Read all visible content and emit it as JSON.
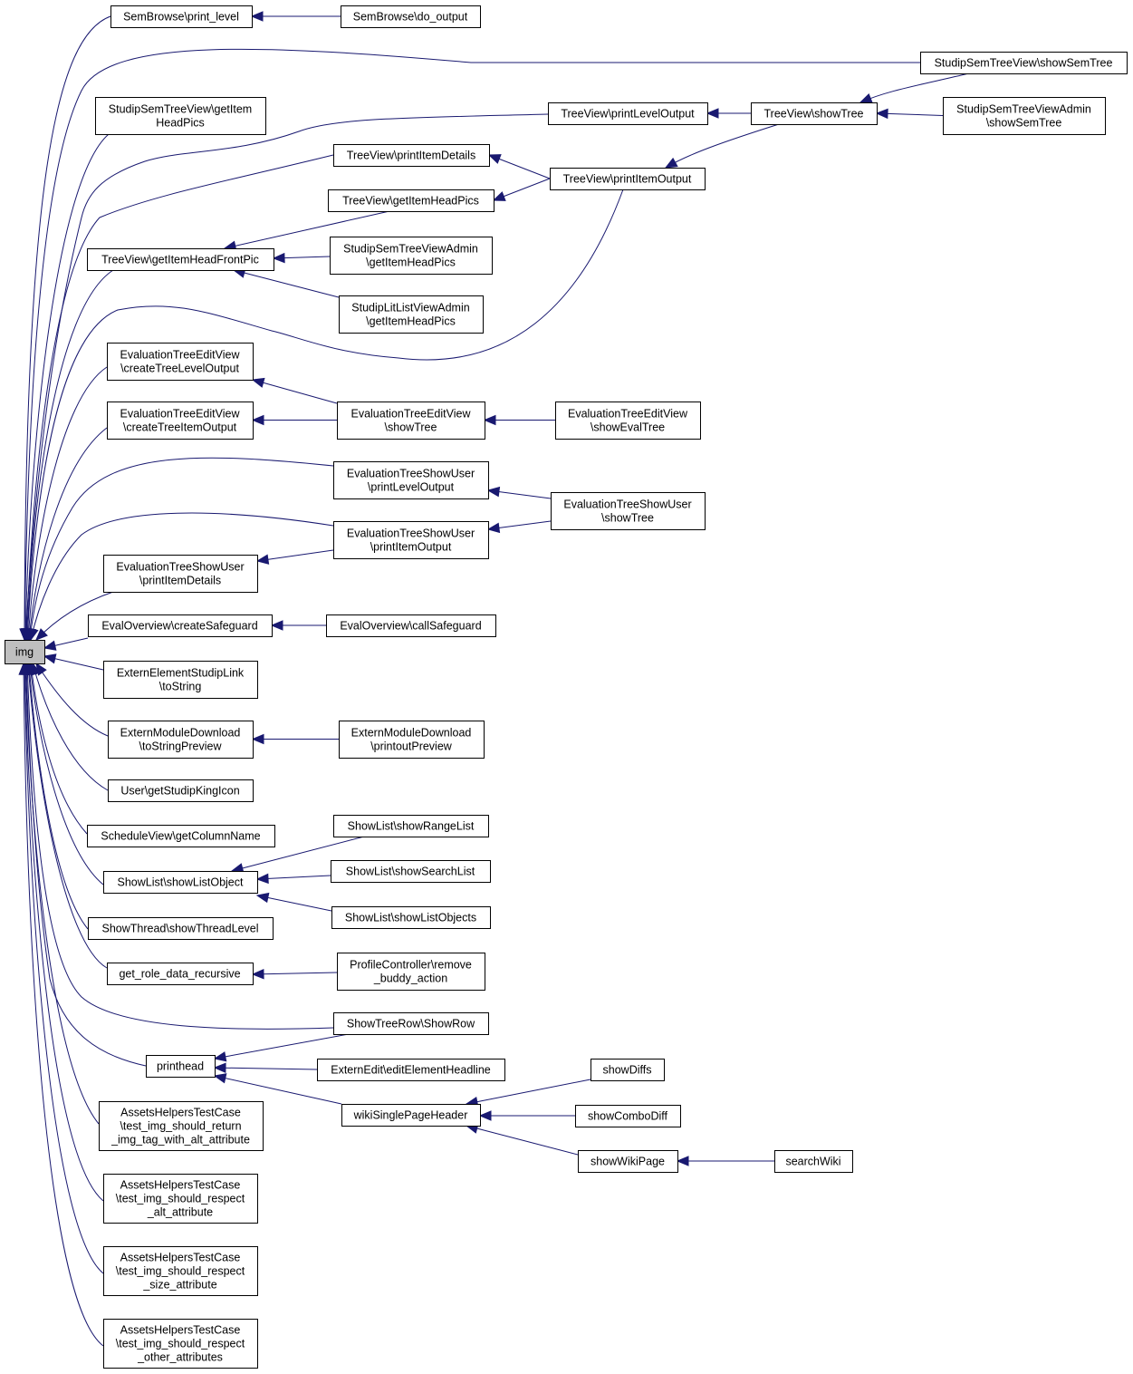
{
  "diagram": {
    "type": "call-graph",
    "edge_color": "#191970",
    "root_fill": "#bfbfbf",
    "nodes": [
      {
        "id": "img",
        "lines": [
          "img"
        ],
        "root": true
      },
      {
        "id": "sb_print_level",
        "lines": [
          "SemBrowse\\print_level"
        ]
      },
      {
        "id": "sb_do_output",
        "lines": [
          "SemBrowse\\do_output"
        ]
      },
      {
        "id": "sstv_showSemTree",
        "lines": [
          "StudipSemTreeView\\showSemTree"
        ]
      },
      {
        "id": "sstv_getItemHeadPics",
        "lines": [
          "StudipSemTreeView\\getItem",
          "HeadPics"
        ]
      },
      {
        "id": "tv_printLevelOutput",
        "lines": [
          "TreeView\\printLevelOutput"
        ]
      },
      {
        "id": "tv_showTree",
        "lines": [
          "TreeView\\showTree"
        ]
      },
      {
        "id": "sstva_showSemTree",
        "lines": [
          "StudipSemTreeViewAdmin",
          "\\showSemTree"
        ]
      },
      {
        "id": "tv_printItemDetails",
        "lines": [
          "TreeView\\printItemDetails"
        ]
      },
      {
        "id": "tv_printItemOutput",
        "lines": [
          "TreeView\\printItemOutput"
        ]
      },
      {
        "id": "tv_getItemHeadPics",
        "lines": [
          "TreeView\\getItemHeadPics"
        ]
      },
      {
        "id": "tv_getItemHeadFrontPic",
        "lines": [
          "TreeView\\getItemHeadFrontPic"
        ]
      },
      {
        "id": "sstva_getItemHeadPics",
        "lines": [
          "StudipSemTreeViewAdmin",
          "\\getItemHeadPics"
        ]
      },
      {
        "id": "sllva_getItemHeadPics",
        "lines": [
          "StudipLitListViewAdmin",
          "\\getItemHeadPics"
        ]
      },
      {
        "id": "etev_createTreeLevelOutput",
        "lines": [
          "EvaluationTreeEditView",
          "\\createTreeLevelOutput"
        ]
      },
      {
        "id": "etev_showTree",
        "lines": [
          "EvaluationTreeEditView",
          "\\showTree"
        ]
      },
      {
        "id": "etev_showEvalTree",
        "lines": [
          "EvaluationTreeEditView",
          "\\showEvalTree"
        ]
      },
      {
        "id": "etev_createTreeItemOutput",
        "lines": [
          "EvaluationTreeEditView",
          "\\createTreeItemOutput"
        ]
      },
      {
        "id": "etsu_printLevelOutput",
        "lines": [
          "EvaluationTreeShowUser",
          "\\printLevelOutput"
        ]
      },
      {
        "id": "etsu_showTree",
        "lines": [
          "EvaluationTreeShowUser",
          "\\showTree"
        ]
      },
      {
        "id": "etsu_printItemOutput",
        "lines": [
          "EvaluationTreeShowUser",
          "\\printItemOutput"
        ]
      },
      {
        "id": "etsu_printItemDetails",
        "lines": [
          "EvaluationTreeShowUser",
          "\\printItemDetails"
        ]
      },
      {
        "id": "eo_createSafeguard",
        "lines": [
          "EvalOverview\\createSafeguard"
        ]
      },
      {
        "id": "eo_callSafeguard",
        "lines": [
          "EvalOverview\\callSafeguard"
        ]
      },
      {
        "id": "eesl_toString",
        "lines": [
          "ExternElementStudipLink",
          "\\toString"
        ]
      },
      {
        "id": "emd_toStringPreview",
        "lines": [
          "ExternModuleDownload",
          "\\toStringPreview"
        ]
      },
      {
        "id": "emd_printoutPreview",
        "lines": [
          "ExternModuleDownload",
          "\\printoutPreview"
        ]
      },
      {
        "id": "user_getStudipKingIcon",
        "lines": [
          "User\\getStudipKingIcon"
        ]
      },
      {
        "id": "sv_getColumnName",
        "lines": [
          "ScheduleView\\getColumnName"
        ]
      },
      {
        "id": "sl_showRangeList",
        "lines": [
          "ShowList\\showRangeList"
        ]
      },
      {
        "id": "sl_showListObject",
        "lines": [
          "ShowList\\showListObject"
        ]
      },
      {
        "id": "sl_showSearchList",
        "lines": [
          "ShowList\\showSearchList"
        ]
      },
      {
        "id": "sl_showListObjects",
        "lines": [
          "ShowList\\showListObjects"
        ]
      },
      {
        "id": "st_showThreadLevel",
        "lines": [
          "ShowThread\\showThreadLevel"
        ]
      },
      {
        "id": "get_role_data_recursive",
        "lines": [
          "get_role_data_recursive"
        ]
      },
      {
        "id": "pc_remove_buddy_action",
        "lines": [
          "ProfileController\\remove",
          "_buddy_action"
        ]
      },
      {
        "id": "str_ShowRow",
        "lines": [
          "ShowTreeRow\\ShowRow"
        ]
      },
      {
        "id": "printhead",
        "lines": [
          "printhead"
        ]
      },
      {
        "id": "ee_editElementHeadline",
        "lines": [
          "ExternEdit\\editElementHeadline"
        ]
      },
      {
        "id": "showDiffs",
        "lines": [
          "showDiffs"
        ]
      },
      {
        "id": "wikiSinglePageHeader",
        "lines": [
          "wikiSinglePageHeader"
        ]
      },
      {
        "id": "showComboDiff",
        "lines": [
          "showComboDiff"
        ]
      },
      {
        "id": "showWikiPage",
        "lines": [
          "showWikiPage"
        ]
      },
      {
        "id": "searchWiki",
        "lines": [
          "searchWiki"
        ]
      },
      {
        "id": "ahtc_return_alt",
        "lines": [
          "AssetsHelpersTestCase",
          "\\test_img_should_return",
          "_img_tag_with_alt_attribute"
        ]
      },
      {
        "id": "ahtc_respect_alt",
        "lines": [
          "AssetsHelpersTestCase",
          "\\test_img_should_respect",
          "_alt_attribute"
        ]
      },
      {
        "id": "ahtc_respect_size",
        "lines": [
          "AssetsHelpersTestCase",
          "\\test_img_should_respect",
          "_size_attribute"
        ]
      },
      {
        "id": "ahtc_respect_other",
        "lines": [
          "AssetsHelpersTestCase",
          "\\test_img_should_respect",
          "_other_attributes"
        ]
      }
    ],
    "edges": [
      {
        "from": "sb_print_level",
        "to": "img"
      },
      {
        "from": "sb_do_output",
        "to": "sb_print_level"
      },
      {
        "from": "sstv_showSemTree",
        "to": "img"
      },
      {
        "from": "sstv_getItemHeadPics",
        "to": "img"
      },
      {
        "from": "tv_printLevelOutput",
        "to": "img"
      },
      {
        "from": "tv_showTree",
        "to": "tv_printLevelOutput"
      },
      {
        "from": "sstv_showSemTree",
        "to": "tv_showTree"
      },
      {
        "from": "sstva_showSemTree",
        "to": "tv_showTree"
      },
      {
        "from": "tv_printItemDetails",
        "to": "img"
      },
      {
        "from": "tv_printItemOutput",
        "to": "tv_printItemDetails"
      },
      {
        "from": "tv_printItemOutput",
        "to": "tv_getItemHeadPics"
      },
      {
        "from": "tv_showTree",
        "to": "tv_printItemOutput"
      },
      {
        "from": "tv_printItemOutput",
        "to": "img"
      },
      {
        "from": "tv_getItemHeadFrontPic",
        "to": "img"
      },
      {
        "from": "tv_getItemHeadPics",
        "to": "tv_getItemHeadFrontPic"
      },
      {
        "from": "sstva_getItemHeadPics",
        "to": "tv_getItemHeadFrontPic"
      },
      {
        "from": "sllva_getItemHeadPics",
        "to": "tv_getItemHeadFrontPic"
      },
      {
        "from": "etev_createTreeLevelOutput",
        "to": "img"
      },
      {
        "from": "etev_showTree",
        "to": "etev_createTreeLevelOutput"
      },
      {
        "from": "etev_showTree",
        "to": "etev_createTreeItemOutput"
      },
      {
        "from": "etev_showEvalTree",
        "to": "etev_showTree"
      },
      {
        "from": "etev_createTreeItemOutput",
        "to": "img"
      },
      {
        "from": "etsu_printLevelOutput",
        "to": "img"
      },
      {
        "from": "etsu_showTree",
        "to": "etsu_printLevelOutput"
      },
      {
        "from": "etsu_showTree",
        "to": "etsu_printItemOutput"
      },
      {
        "from": "etsu_printItemOutput",
        "to": "img"
      },
      {
        "from": "etsu_printItemOutput",
        "to": "etsu_printItemDetails"
      },
      {
        "from": "etsu_printItemDetails",
        "to": "img"
      },
      {
        "from": "eo_createSafeguard",
        "to": "img"
      },
      {
        "from": "eo_callSafeguard",
        "to": "eo_createSafeguard"
      },
      {
        "from": "eesl_toString",
        "to": "img"
      },
      {
        "from": "emd_toStringPreview",
        "to": "img"
      },
      {
        "from": "emd_printoutPreview",
        "to": "emd_toStringPreview"
      },
      {
        "from": "user_getStudipKingIcon",
        "to": "img"
      },
      {
        "from": "sv_getColumnName",
        "to": "img"
      },
      {
        "from": "sl_showListObject",
        "to": "img"
      },
      {
        "from": "sl_showRangeList",
        "to": "sl_showListObject"
      },
      {
        "from": "sl_showSearchList",
        "to": "sl_showListObject"
      },
      {
        "from": "sl_showListObjects",
        "to": "sl_showListObject"
      },
      {
        "from": "st_showThreadLevel",
        "to": "img"
      },
      {
        "from": "get_role_data_recursive",
        "to": "img"
      },
      {
        "from": "pc_remove_buddy_action",
        "to": "get_role_data_recursive"
      },
      {
        "from": "str_ShowRow",
        "to": "img"
      },
      {
        "from": "str_ShowRow",
        "to": "printhead"
      },
      {
        "from": "printhead",
        "to": "img"
      },
      {
        "from": "ee_editElementHeadline",
        "to": "printhead"
      },
      {
        "from": "wikiSinglePageHeader",
        "to": "printhead"
      },
      {
        "from": "showDiffs",
        "to": "wikiSinglePageHeader"
      },
      {
        "from": "showComboDiff",
        "to": "wikiSinglePageHeader"
      },
      {
        "from": "showWikiPage",
        "to": "wikiSinglePageHeader"
      },
      {
        "from": "searchWiki",
        "to": "showWikiPage"
      },
      {
        "from": "ahtc_return_alt",
        "to": "img"
      },
      {
        "from": "ahtc_respect_alt",
        "to": "img"
      },
      {
        "from": "ahtc_respect_size",
        "to": "img"
      },
      {
        "from": "ahtc_respect_other",
        "to": "img"
      }
    ]
  }
}
